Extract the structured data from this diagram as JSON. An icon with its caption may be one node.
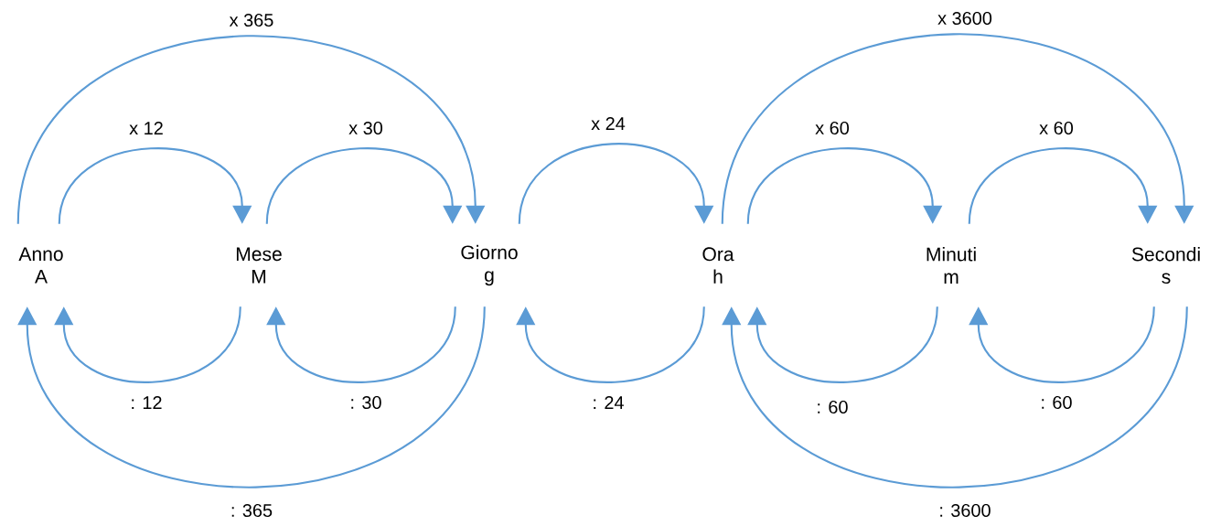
{
  "diagram": {
    "nodes": [
      {
        "text": [
          "Anno",
          "A"
        ]
      },
      {
        "text": [
          "Mese",
          "M"
        ]
      },
      {
        "text": [
          "Giorno",
          "g"
        ]
      },
      {
        "text": [
          "Ora",
          "h"
        ]
      },
      {
        "text": [
          "Minuti",
          "m"
        ]
      },
      {
        "text": [
          "Secondi",
          "s"
        ]
      }
    ],
    "edges": [
      {
        "from": 0,
        "to": 1,
        "arrow": "to",
        "label": "x 12"
      },
      {
        "from": 1,
        "to": 2,
        "arrow": "to",
        "label": "x 30"
      },
      {
        "from": 0,
        "to": 2,
        "arrow": "to",
        "label": "x 365"
      },
      {
        "from": 2,
        "to": 3,
        "arrow": "to",
        "label": "x 24"
      },
      {
        "from": 3,
        "to": 4,
        "arrow": "to",
        "label": "x 60"
      },
      {
        "from": 4,
        "to": 5,
        "arrow": "to",
        "label": "x 60"
      },
      {
        "from": 3,
        "to": 5,
        "arrow": "to",
        "label": "x 3600"
      },
      {
        "from": 1,
        "to": 0,
        "arrow": "to",
        "label": ": 12"
      },
      {
        "from": 2,
        "to": 1,
        "arrow": "to",
        "label": ": 30"
      },
      {
        "from": 2,
        "to": 0,
        "arrow": "to",
        "label": ": 365"
      },
      {
        "from": 3,
        "to": 2,
        "arrow": "to",
        "label": ": 24"
      },
      {
        "from": 4,
        "to": 3,
        "arrow": "to",
        "label": ": 60"
      },
      {
        "from": 5,
        "to": 4,
        "arrow": "to",
        "label": ": 60"
      },
      {
        "from": 5,
        "to": 3,
        "arrow": "to",
        "label": ": 3600"
      }
    ]
  }
}
